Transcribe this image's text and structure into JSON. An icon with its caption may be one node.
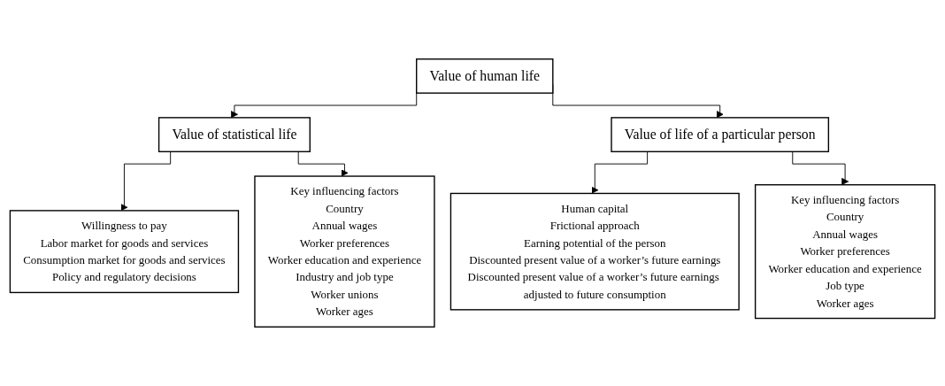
{
  "diagram": {
    "nodes": [
      {
        "text": [
          "Value of human life"
        ]
      },
      {
        "text": [
          "Value of statistical life"
        ]
      },
      {
        "text": [
          "Value of life of a particular person"
        ]
      },
      {
        "text": [
          "Willingness to pay",
          "Labor market for goods and services",
          "Consumption market for goods and services",
          "Policy and regulatory decisions"
        ]
      },
      {
        "text": [
          "Key influencing factors",
          "Country",
          "Annual wages",
          "Worker preferences",
          "Worker education and experience",
          "Industry and job type",
          "Worker unions",
          "Worker ages"
        ]
      },
      {
        "text": [
          "Human capital",
          "Frictional approach",
          "Earning potential of the person",
          "Discounted present value of a worker’s future earnings",
          "Discounted present value of a worker’s future earnings adjusted to future consumption"
        ]
      },
      {
        "text": [
          "Key influencing factors",
          "Country",
          "Annual wages",
          "Worker preferences",
          "Worker education and experience",
          "Job type",
          "Worker ages"
        ]
      }
    ],
    "edges": [
      {
        "from": 0,
        "to": 1,
        "arrow": "to"
      },
      {
        "from": 0,
        "to": 2,
        "arrow": "to"
      },
      {
        "from": 1,
        "to": 3,
        "arrow": "to"
      },
      {
        "from": 1,
        "to": 4,
        "arrow": "to"
      },
      {
        "from": 2,
        "to": 5,
        "arrow": "to"
      },
      {
        "from": 2,
        "to": 6,
        "arrow": "to"
      }
    ]
  }
}
